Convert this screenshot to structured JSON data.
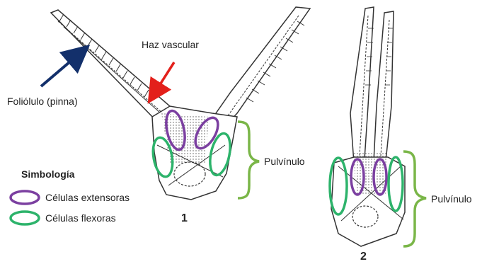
{
  "labels": {
    "foliolulo": "Foliólulo (pinna)",
    "haz_vascular": "Haz vascular",
    "pulvinulo_1": "Pulvínulo",
    "pulvinulo_2": "Pulvínulo",
    "figure_1": "1",
    "figure_2": "2"
  },
  "legend": {
    "title": "Simbología",
    "items": [
      {
        "label": "Células extensoras",
        "color": "#7b3fa0"
      },
      {
        "label": "Células flexoras",
        "color": "#2db36b"
      }
    ]
  },
  "colors": {
    "arrow_blue": "#13306b",
    "arrow_red": "#e3201b",
    "bracket_green": "#7ab648",
    "extensor_purple": "#7b3fa0",
    "flexor_green": "#2db36b",
    "outline": "#333333"
  }
}
